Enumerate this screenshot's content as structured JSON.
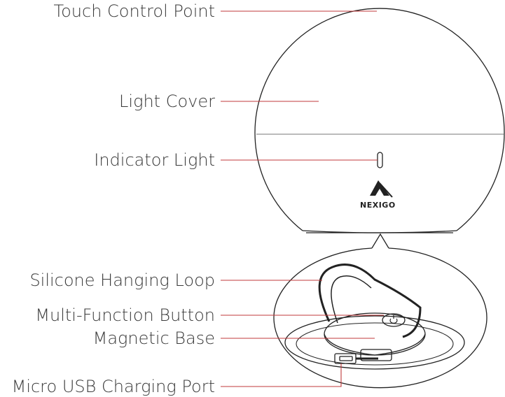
{
  "labels": {
    "touch_control_point": "Touch Control Point",
    "light_cover": "Light Cover",
    "indicator_light": "Indicator Light",
    "silicone_hanging_loop": "Silicone Hanging Loop",
    "multi_function_button": "Multi-Function Button",
    "magnetic_base": "Magnetic Base",
    "micro_usb_charging_port": "Micro USB Charging Port"
  },
  "brand": {
    "logo_text": "NEXIGO"
  },
  "colors": {
    "leader_line": "#c0393b",
    "outline": "#222222",
    "text": "#3a3a3a"
  }
}
